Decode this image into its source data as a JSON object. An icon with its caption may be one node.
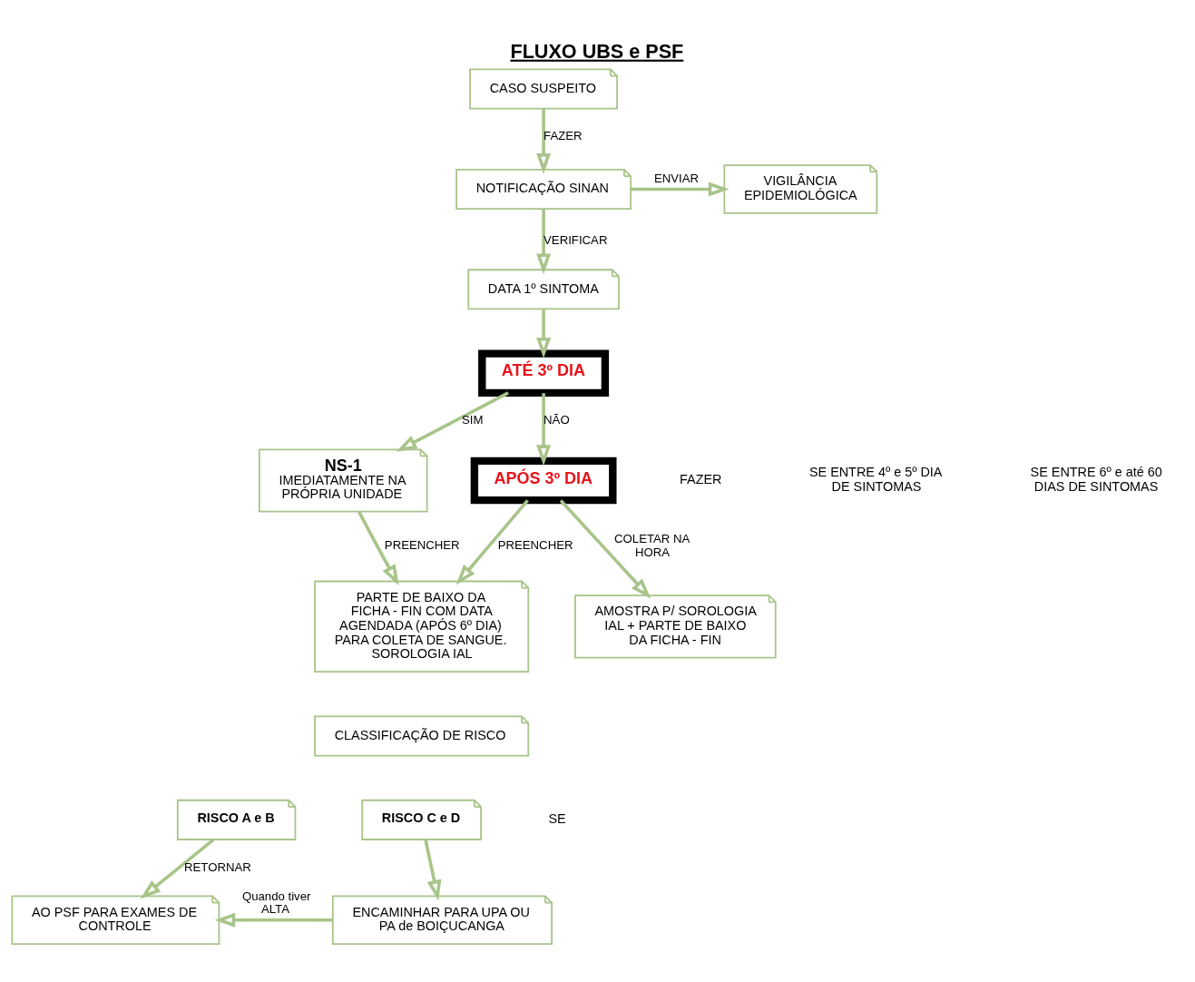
{
  "diagram": {
    "title": "FLUXO UBS e PSF",
    "nodes": [
      {
        "text": [
          "CASO SUSPEITO"
        ]
      },
      {
        "text": [
          "NOTIFICAÇÃO SINAN"
        ]
      },
      {
        "text": [
          "VIGILÂNCIA EPIDEMIOLÓGICA"
        ]
      },
      {
        "text": [
          "DATA 1º SINTOMA"
        ]
      },
      {
        "text": [
          "ATÉ 3º DIA"
        ]
      },
      {
        "text": [
          "NS-1",
          "IMEDIATAMENTE NA PRÓPRIA UNIDADE"
        ]
      },
      {
        "text": [
          "APÓS 3º DIA"
        ]
      },
      {
        "text": [
          "PARTE DE BAIXO DA FICHA - FIN COM DATA AGENDADA (APÓS 6º DIA) PARA COLETA DE SANGUE. SOROLOGIA IAL"
        ]
      },
      {
        "text": [
          "AMOSTRA P/ SOROLOGIA IAL + PARTE DE BAIXO DA FICHA - FIN"
        ]
      },
      {
        "text": [
          "CLASSIFICAÇÃO DE RISCO"
        ]
      },
      {
        "text": [
          "RISCO A e B"
        ]
      },
      {
        "text": [
          "RISCO C e D"
        ]
      },
      {
        "text": [
          "AO PSF PARA EXAMES DE CONTROLE"
        ]
      },
      {
        "text": [
          "ENCAMINHAR PARA UPA OU PA de BOIÇUCANGA"
        ]
      }
    ],
    "edges": [
      {
        "from": 0,
        "to": 1,
        "arrow": "to",
        "label": "FAZER"
      },
      {
        "from": 1,
        "to": 2,
        "arrow": "to",
        "label": "ENVIAR"
      },
      {
        "from": 1,
        "to": 3,
        "arrow": "to",
        "label": "VERIFICAR"
      },
      {
        "from": 3,
        "to": 4,
        "arrow": "to"
      },
      {
        "from": 4,
        "to": 5,
        "arrow": "to",
        "label": "SIM"
      },
      {
        "from": 4,
        "to": 6,
        "arrow": "to",
        "label": "NÃO"
      },
      {
        "from": 6,
        "to": 7,
        "arrow": "to",
        "label": "PREENCHER"
      },
      {
        "from": 6,
        "to": 8,
        "arrow": "to",
        "label": "COLETAR NA HORA"
      },
      {
        "from": 5,
        "to": 7,
        "arrow": "to",
        "label": "PREENCHER"
      },
      {
        "from": 10,
        "to": 12,
        "arrow": "to",
        "label": "RETORNAR"
      },
      {
        "from": 11,
        "to": 13,
        "arrow": "to"
      },
      {
        "from": 13,
        "to": 12,
        "arrow": "to",
        "label": "Quando tiver ALTA"
      }
    ],
    "labels": [
      "FAZER",
      "SE ENTRE 4º e 5º DIA DE SINTOMAS",
      "SE ENTRE 6º e até 60 DIAS DE SINTOMAS",
      "SE"
    ]
  }
}
